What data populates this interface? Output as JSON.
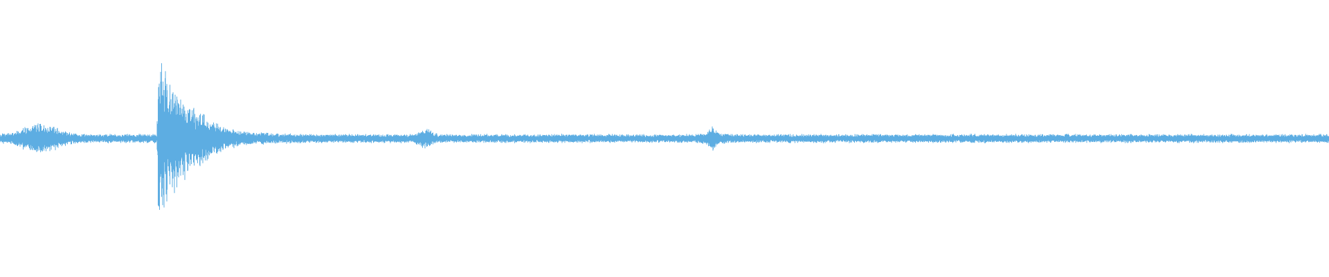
{
  "waveform": {
    "color": "#5DADE2",
    "background": "#ffffff",
    "baseline_amplitude": 0.035,
    "events": [
      {
        "position": 0.03,
        "amplitude": 0.09,
        "decay": 0.012,
        "kind": "burst"
      },
      {
        "position": 0.119,
        "amplitude": 0.68,
        "decay": 0.02,
        "kind": "transient"
      },
      {
        "position": 0.15,
        "amplitude": 0.06,
        "decay": 0.01,
        "kind": "burst"
      },
      {
        "position": 0.32,
        "amplitude": 0.05,
        "decay": 0.004,
        "kind": "burst"
      },
      {
        "position": 0.536,
        "amplitude": 0.09,
        "decay": 0.003,
        "kind": "spike"
      }
    ]
  }
}
